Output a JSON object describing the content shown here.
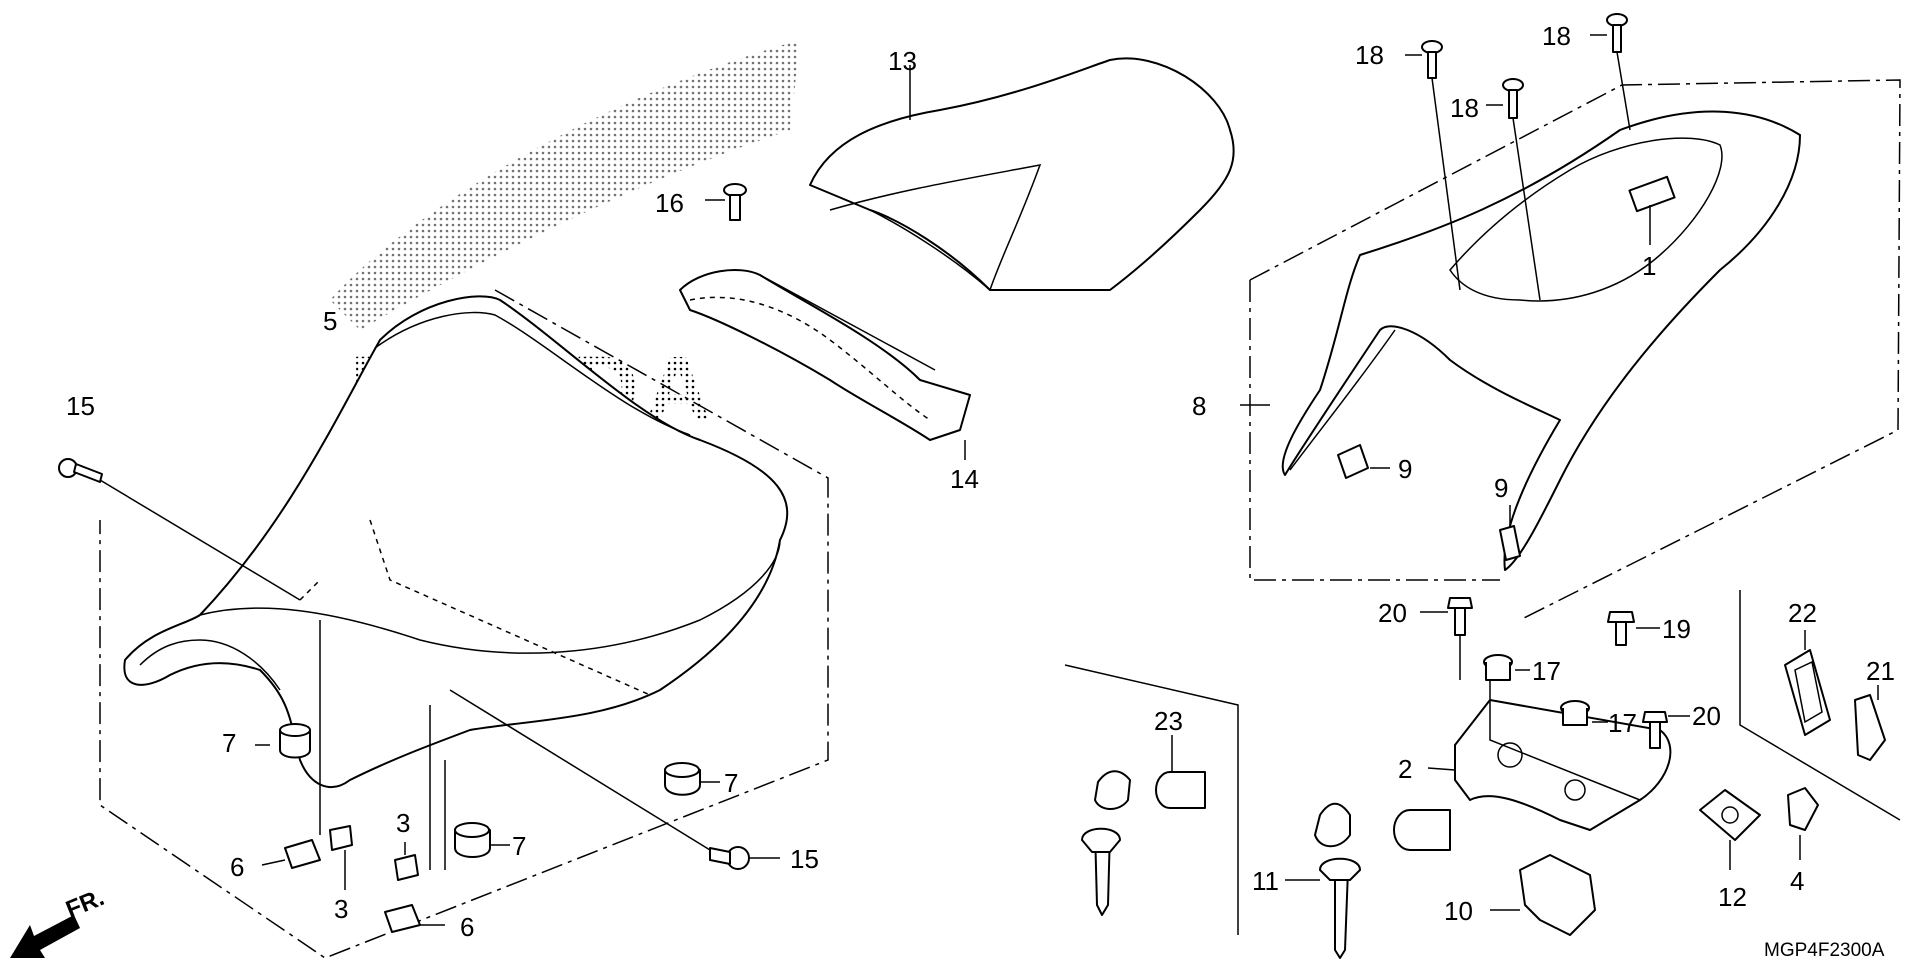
{
  "callouts": [
    {
      "id": "c1",
      "text": "1"
    },
    {
      "id": "c2",
      "text": "2"
    },
    {
      "id": "c3a",
      "text": "3"
    },
    {
      "id": "c3b",
      "text": "3"
    },
    {
      "id": "c4",
      "text": "4"
    },
    {
      "id": "c5",
      "text": "5"
    },
    {
      "id": "c6a",
      "text": "6"
    },
    {
      "id": "c6b",
      "text": "6"
    },
    {
      "id": "c7a",
      "text": "7"
    },
    {
      "id": "c7b",
      "text": "7"
    },
    {
      "id": "c7c",
      "text": "7"
    },
    {
      "id": "c8",
      "text": "8"
    },
    {
      "id": "c9a",
      "text": "9"
    },
    {
      "id": "c9b",
      "text": "9"
    },
    {
      "id": "c10",
      "text": "10"
    },
    {
      "id": "c11",
      "text": "11"
    },
    {
      "id": "c12",
      "text": "12"
    },
    {
      "id": "c13",
      "text": "13"
    },
    {
      "id": "c14",
      "text": "14"
    },
    {
      "id": "c15a",
      "text": "15"
    },
    {
      "id": "c15b",
      "text": "15"
    },
    {
      "id": "c16",
      "text": "16"
    },
    {
      "id": "c17a",
      "text": "17"
    },
    {
      "id": "c17b",
      "text": "17"
    },
    {
      "id": "c18a",
      "text": "18"
    },
    {
      "id": "c18b",
      "text": "18"
    },
    {
      "id": "c18c",
      "text": "18"
    },
    {
      "id": "c19",
      "text": "19"
    },
    {
      "id": "c20a",
      "text": "20"
    },
    {
      "id": "c20b",
      "text": "20"
    },
    {
      "id": "c21",
      "text": "21"
    },
    {
      "id": "c22",
      "text": "22"
    },
    {
      "id": "c23",
      "text": "23"
    }
  ],
  "diagram_code": "MGP4F2300A",
  "direction_label": "FR.",
  "seal_text": "HONDA"
}
